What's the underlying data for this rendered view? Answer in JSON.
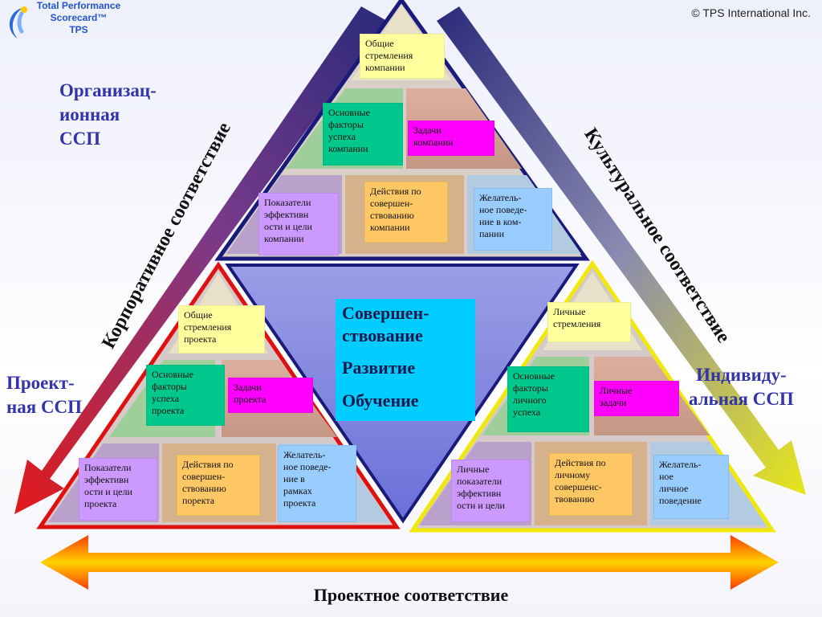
{
  "logo": {
    "line1": "Total Performance",
    "line2": "Scorecard™",
    "line3": "TPS"
  },
  "copyright": "© TPS International Inc.",
  "side_labels": {
    "org": "Организац-\nионная\nССП",
    "project": "Проект-\nная ССП",
    "individual": "Индивиду-\nальная ССП"
  },
  "diagonal_labels": {
    "corporate": "Корпоративное соответствие",
    "cultural": "Культуральное соответствие"
  },
  "bottom_label": "Проектное соответствие",
  "center": {
    "line1": "Совершен-\nствование",
    "line2": "Развитие",
    "line3": "Обучение"
  },
  "top_pyramid": {
    "aspirations": "Общие\nстремления\nкомпании",
    "key_factors": "Основные\nфакторы\nуспеха\nкомпании",
    "tasks": "Задачи\nкомпании",
    "indicators": "Показатели\nэффективн\nости и цели\nкомпании",
    "actions": "Действия по\nсовершен-\nствованию\nкомпании",
    "behavior": "Желатель-\nное поведе-\nние в ком-\nпании"
  },
  "left_pyramid": {
    "aspirations": "Общие\nстремления\nпроекта",
    "key_factors": "Основные\nфакторы\nуспеха\nпроекта",
    "tasks": "Задачи\nпроекта",
    "indicators": "Показатели\nэффективн\nости и цели\nпроекта",
    "actions": "Действия по\nсовершен-\nствованию\nпоректа",
    "behavior": "Желатель-\nное поведе-\nние в\nрамках\nпроекта"
  },
  "right_pyramid": {
    "aspirations": "Личные\nстремления",
    "key_factors": "Основные\nфакторы\nличного\nуспеха",
    "tasks": "Личные\nзадачи",
    "indicators": "Личные\nпоказатели\nэффективн\nости и цели",
    "actions": "Действия по\nличному\nсовершенс-\nтвованию",
    "behavior": "Желатель-\nное\nличное\nповедение"
  },
  "colors": {
    "yellow": "#ffff9e",
    "green": "#00c88c",
    "pink": "#ff00ff",
    "lilac": "#cc99ff",
    "orange": "#ffc864",
    "blue": "#99ccff",
    "center": "#00ccff",
    "label_blue": "#3333aa"
  },
  "icons": {
    "logo": "tps-logo-icon",
    "corporate_arrow": "red-diagonal-arrow-icon",
    "cultural_arrow": "yellow-diagonal-arrow-icon",
    "bottom_arrow": "double-orange-arrow-icon"
  }
}
